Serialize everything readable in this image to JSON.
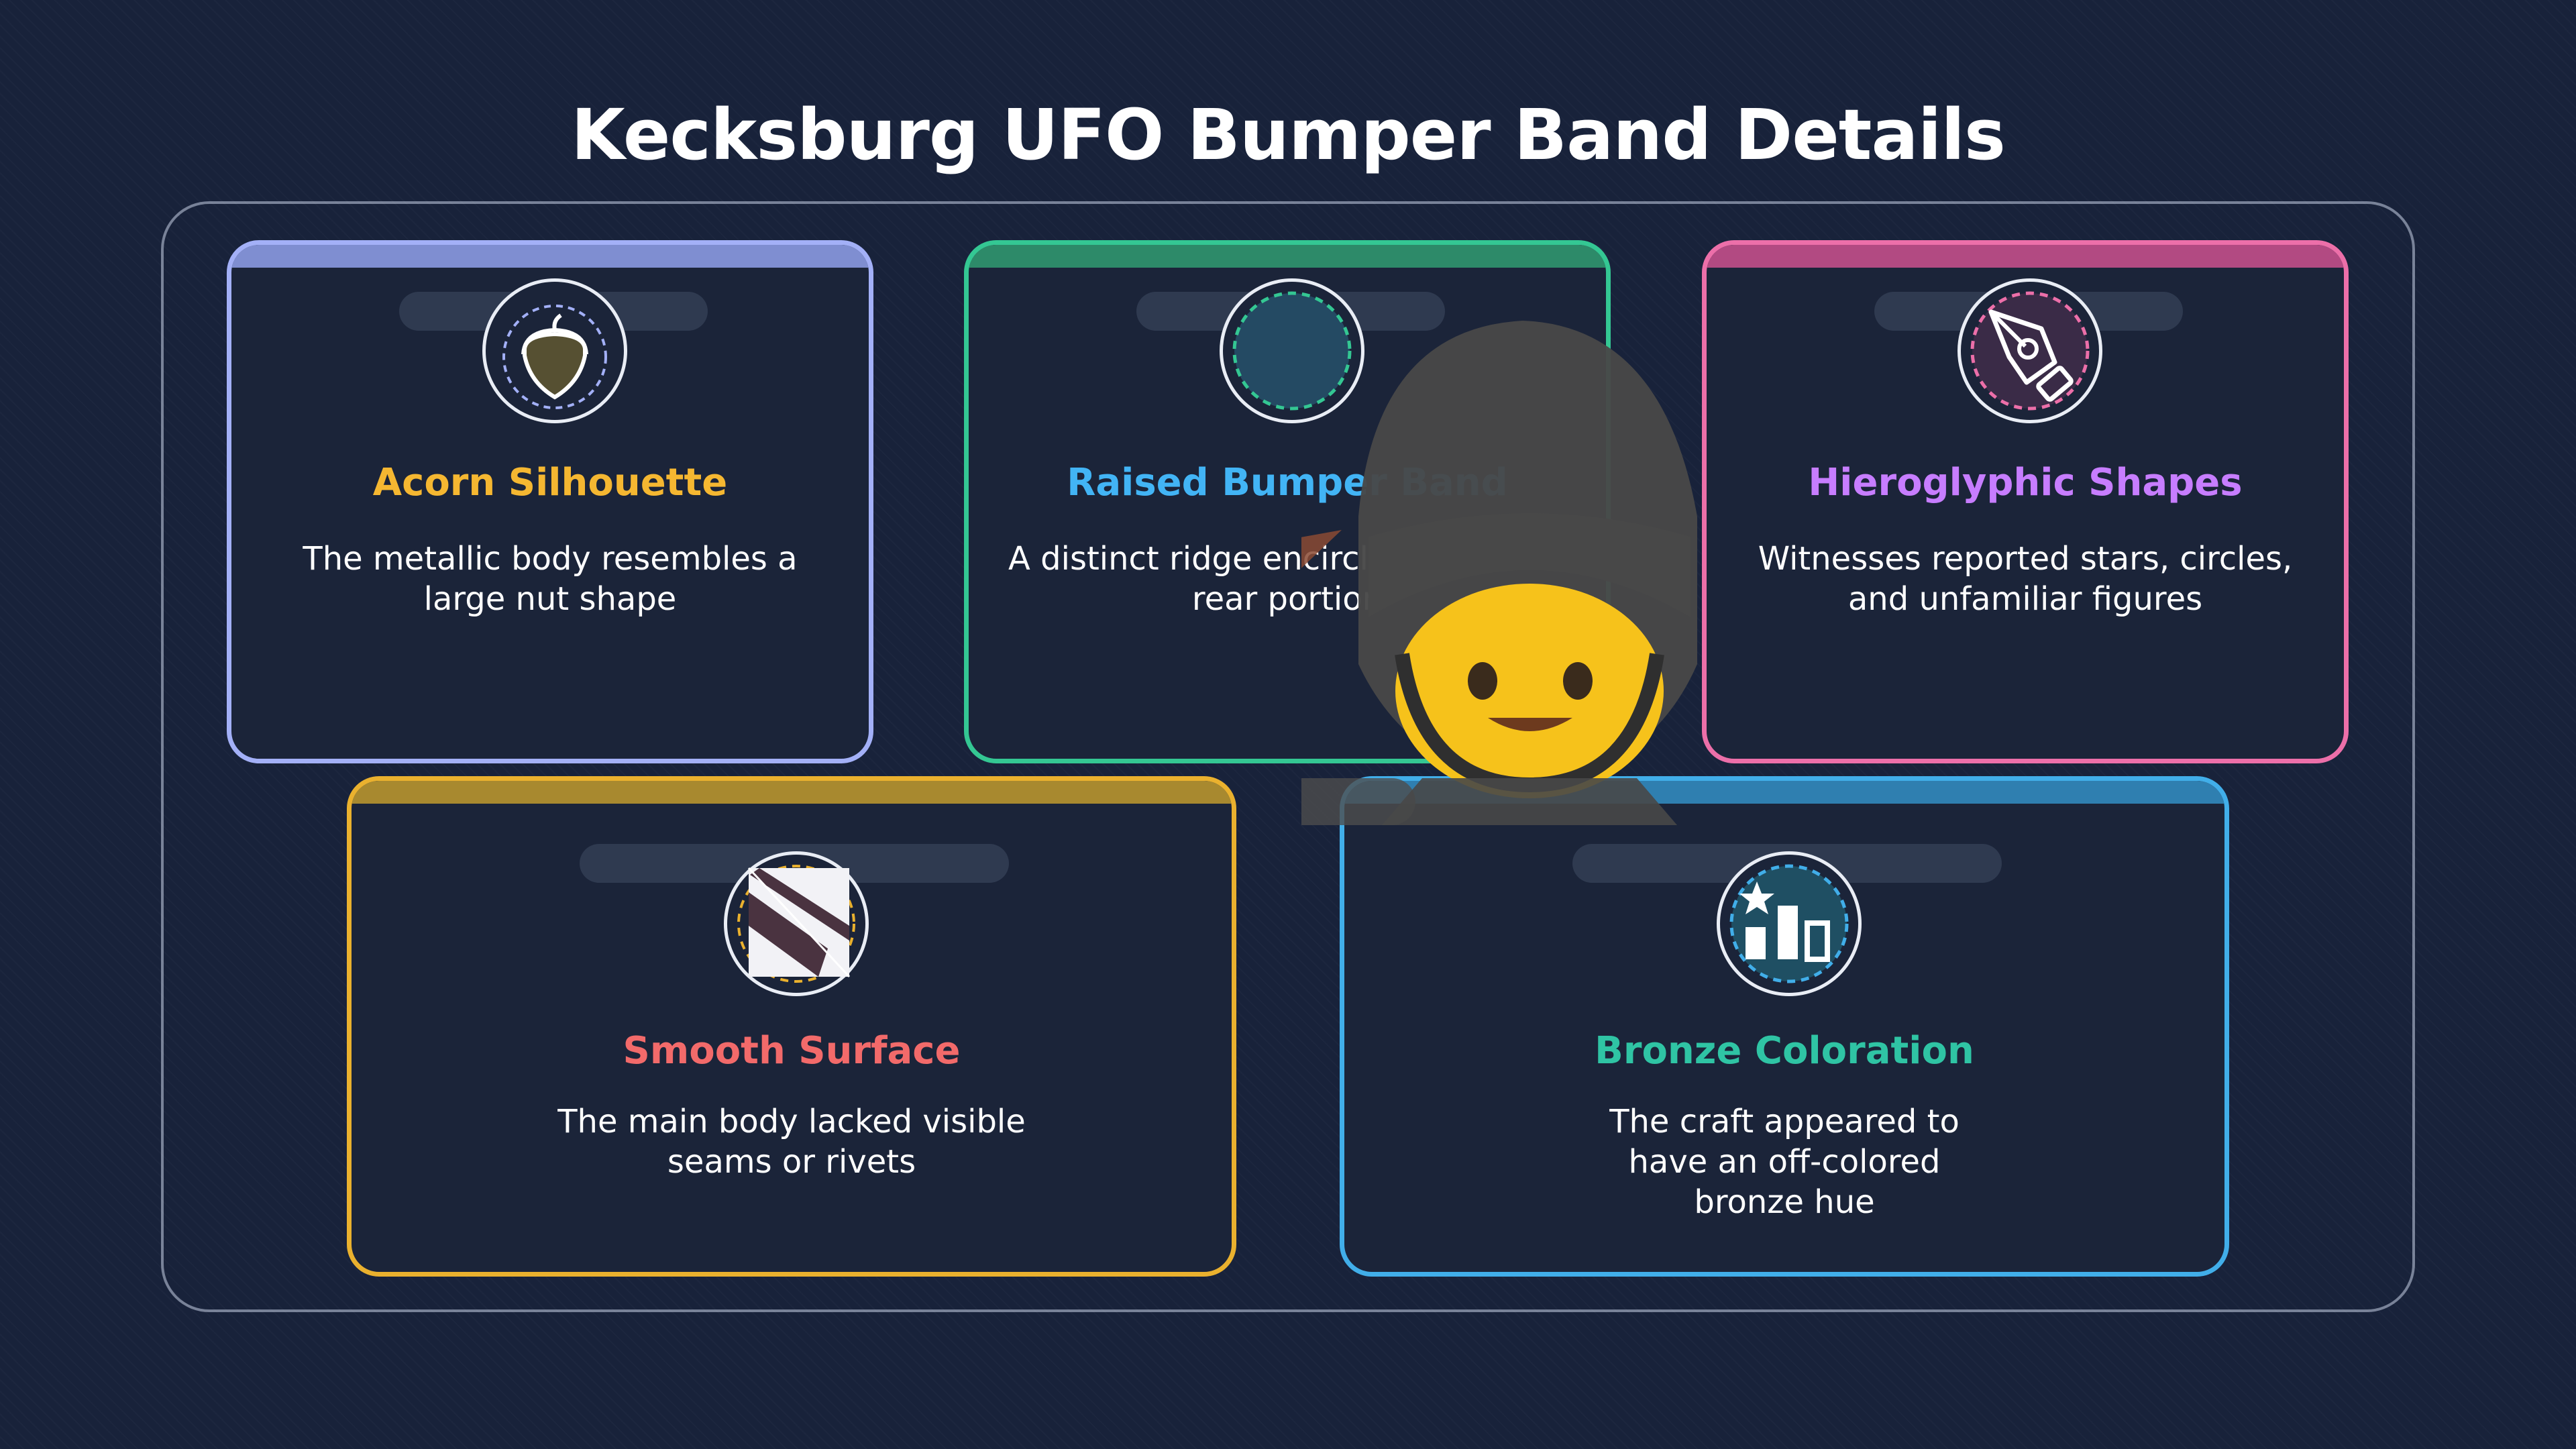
{
  "page": {
    "title": "Kecksburg UFO Bumper Band Details"
  },
  "cards": [
    {
      "title": "Acorn Silhouette",
      "description": "The metallic body resembles a large nut shape",
      "icon": "acorn-icon",
      "color": "#f5b731"
    },
    {
      "title": "Raised Bumper Band",
      "description": "A distinct ridge encircles the lower rear portion",
      "icon": "ring-icon",
      "color": "#42b4f5"
    },
    {
      "title": "Hieroglyphic Shapes",
      "description": "Witnesses reported stars, circles, and unfamiliar figures",
      "icon": "pen-nib-icon",
      "color": "#c77dff"
    },
    {
      "title": "Smooth Surface",
      "description": "The main body lacked visible seams or rivets",
      "icon": "striped-surface-icon",
      "color": "#f26a6a"
    },
    {
      "title": "Bronze Coloration",
      "description": "The craft appeared to have an off-colored bronze hue",
      "icon": "star-chart-icon",
      "color": "#2fc4a4"
    }
  ],
  "overlay": {
    "icon": "guard-emoji-icon"
  }
}
